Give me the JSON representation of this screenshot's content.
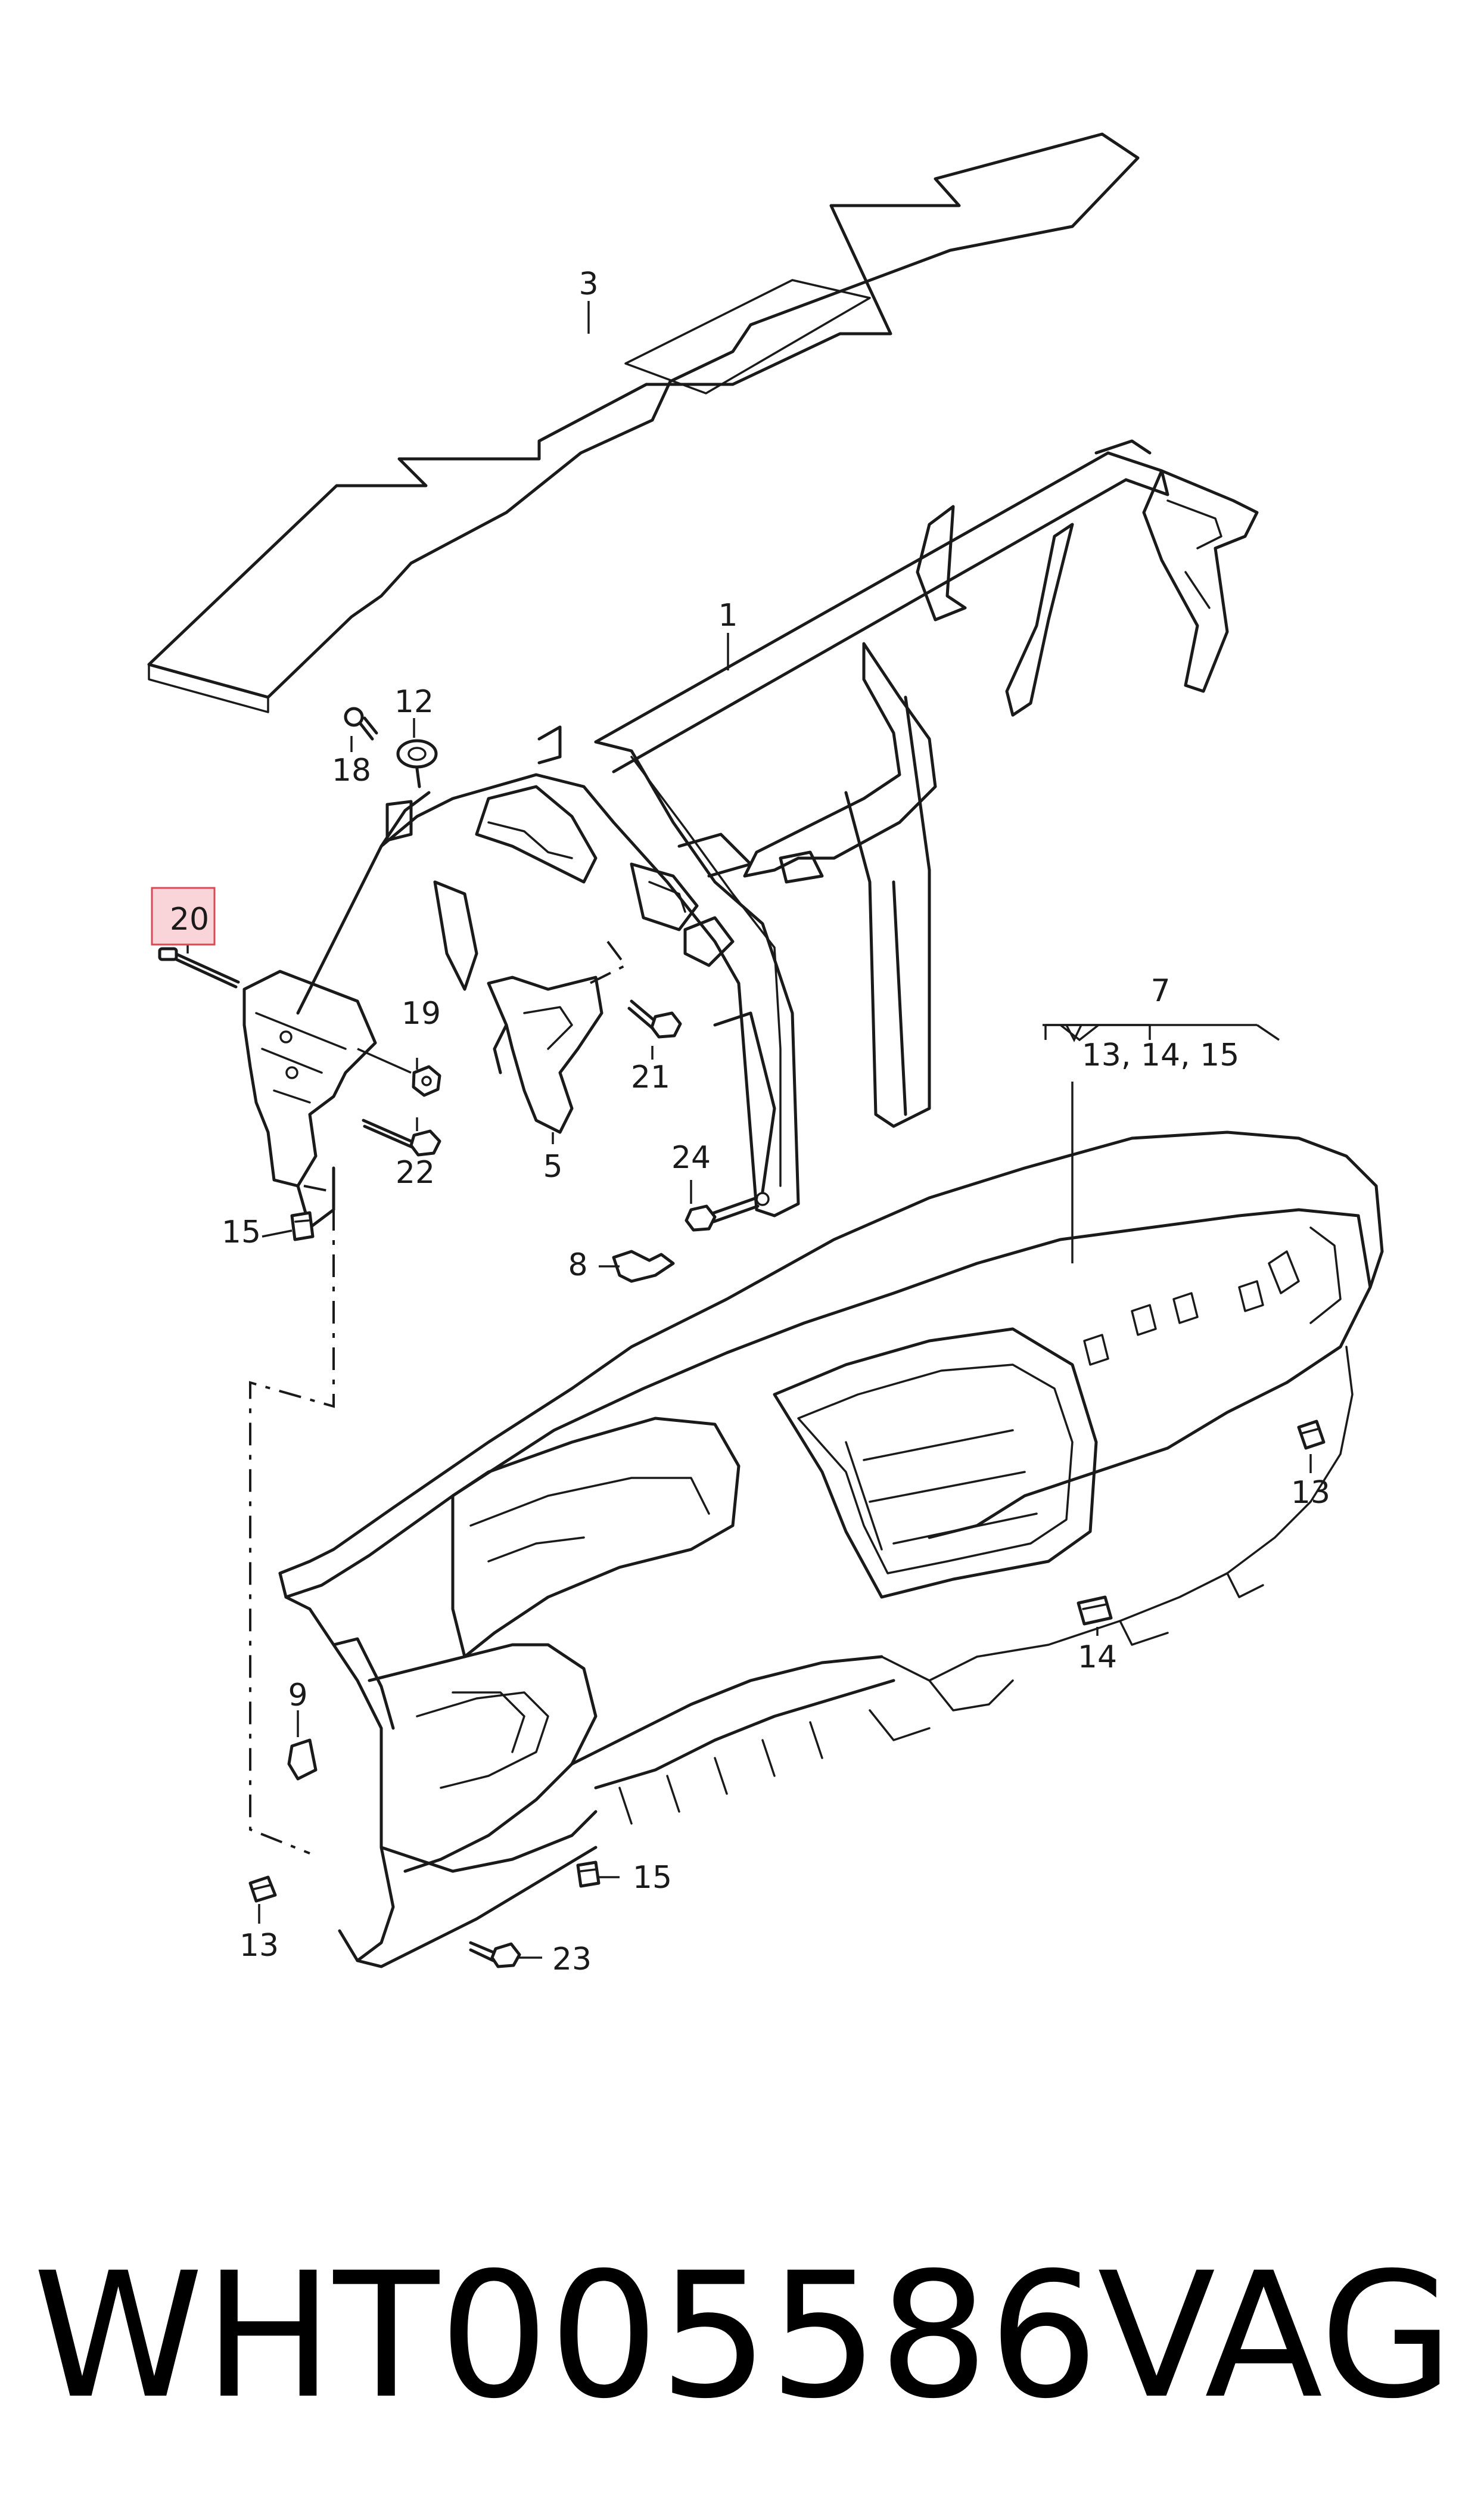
{
  "callouts": {
    "c1": "1",
    "c3": "3",
    "c5": "5",
    "c7": "7",
    "c7sub": "13, 14, 15",
    "c8": "8",
    "c9": "9",
    "c12": "12",
    "c13a": "13",
    "c13b": "13",
    "c14": "14",
    "c15a": "15",
    "c15b": "15",
    "c18": "18",
    "c19": "19",
    "c20": "20",
    "c21": "21",
    "c22": "22",
    "c23": "23",
    "c24": "24"
  },
  "highlighted_callout": "20",
  "highlight_color": "#f9d4d8",
  "caption": {
    "part_number": "WHT005586",
    "brand": "VAG"
  }
}
